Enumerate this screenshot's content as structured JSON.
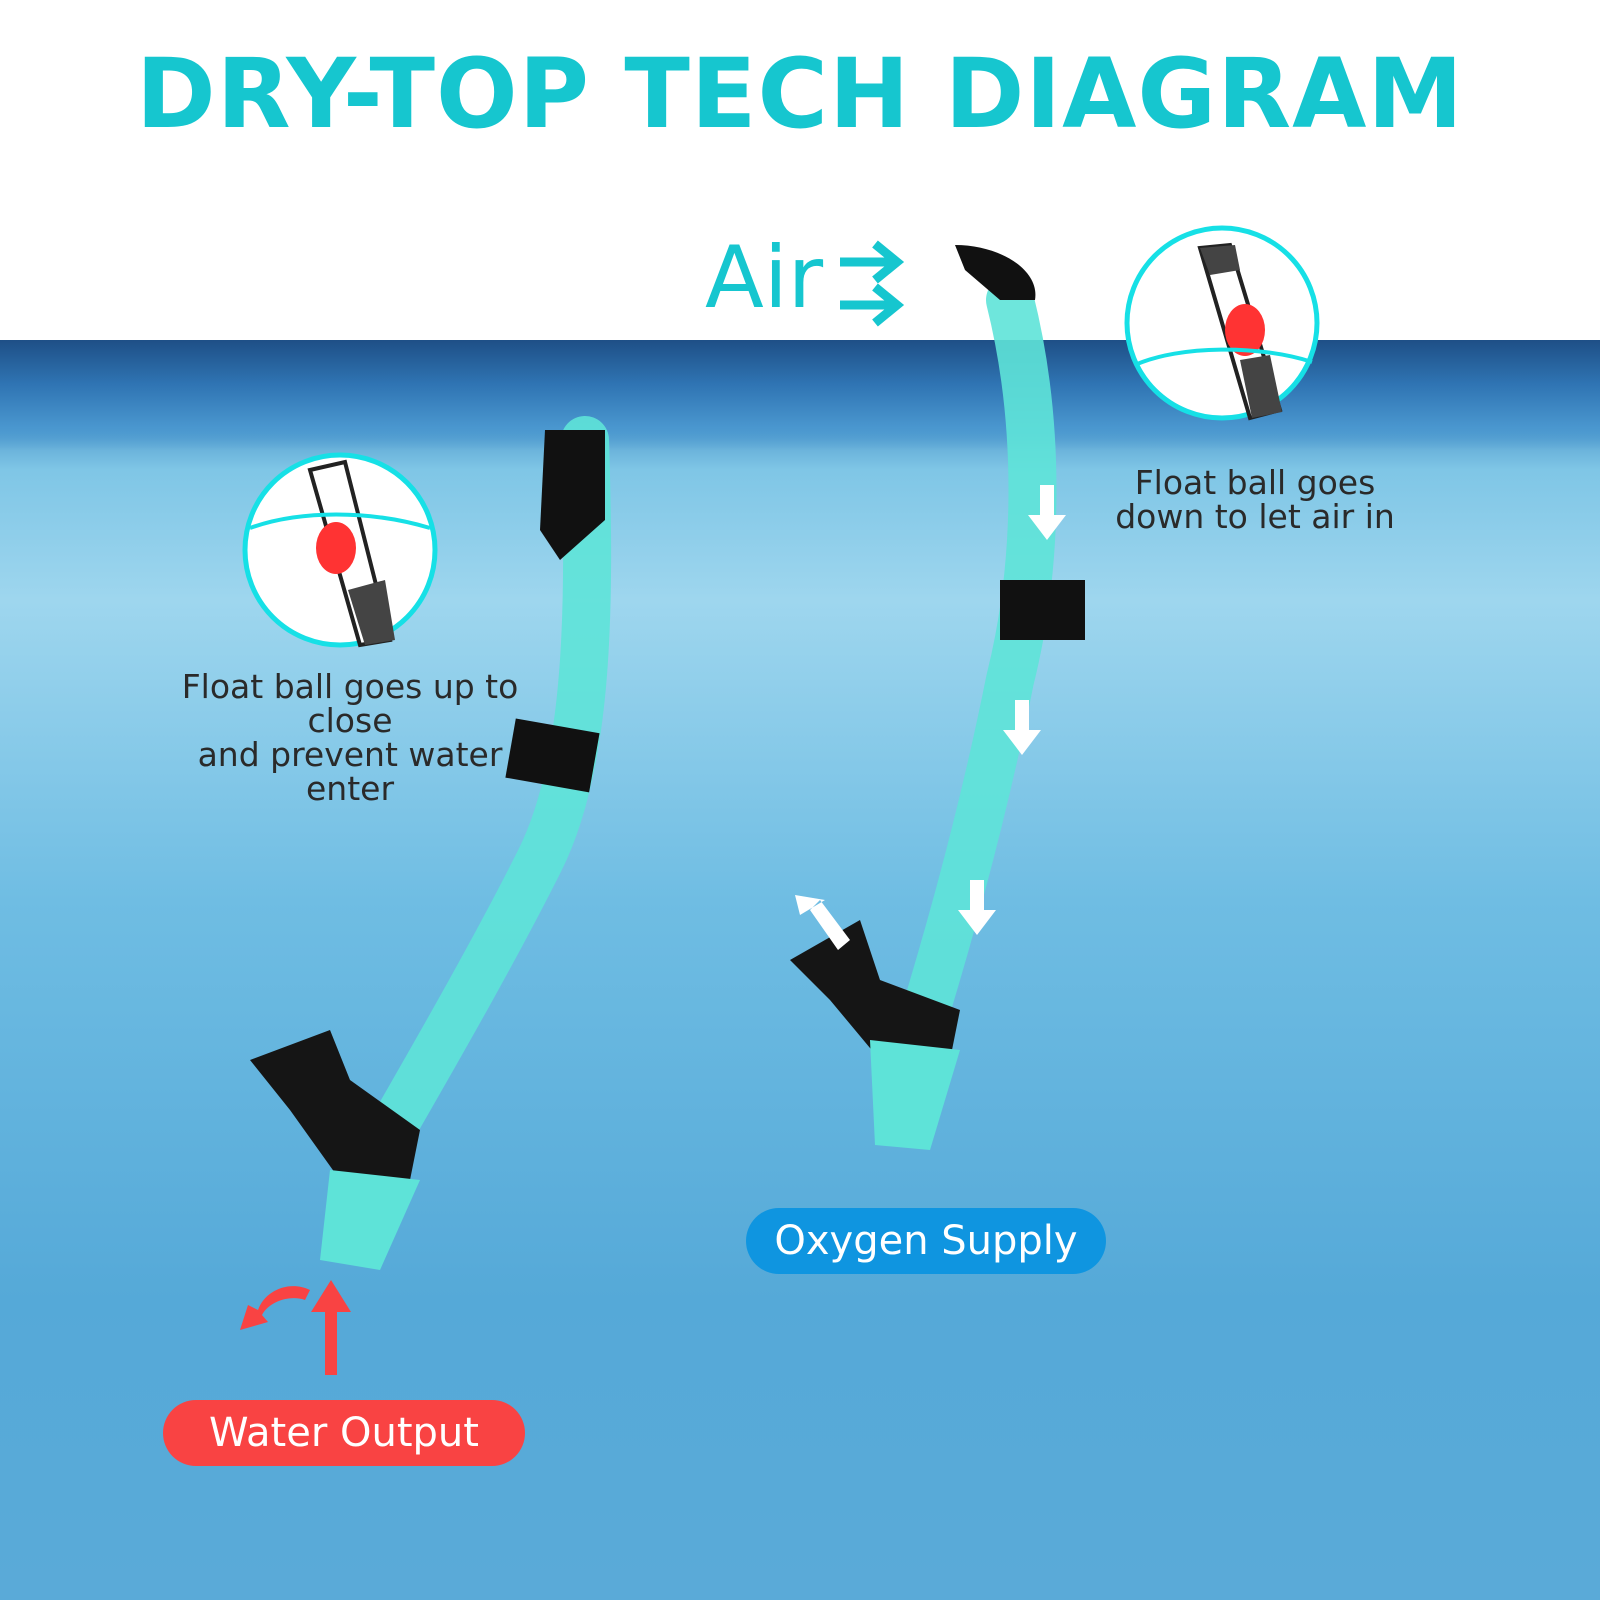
{
  "title": "DRY-TOP TECH DIAGRAM",
  "air_label": "Air",
  "captions": {
    "float_up": [
      "Float ball goes up to close",
      "and prevent water enter"
    ],
    "float_down": [
      "Float ball goes",
      "down to let air in"
    ]
  },
  "pills": {
    "water_output": "Water Output",
    "oxygen_supply": "Oxygen Supply"
  },
  "colors": {
    "accent": "#16c6cf",
    "water_output": "#f94343",
    "oxygen_supply": "#0f95e0",
    "tube": "#5ee3d8"
  }
}
